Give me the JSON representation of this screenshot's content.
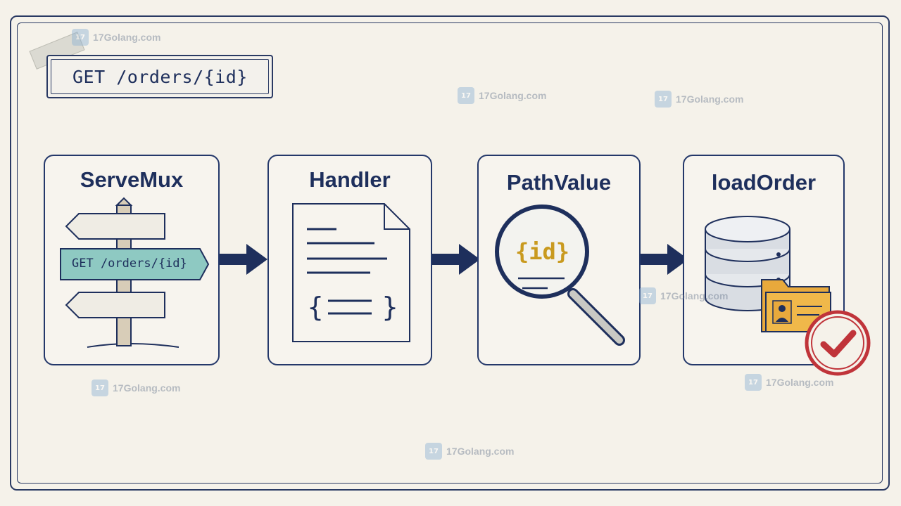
{
  "route": {
    "label": "GET /orders/{id}"
  },
  "steps": [
    {
      "title": "ServeMux",
      "sign_text": "GET /orders/{id}"
    },
    {
      "title": "Handler"
    },
    {
      "title": "PathValue",
      "lens_text": "{id}"
    },
    {
      "title": "loadOrder"
    }
  ],
  "watermark": {
    "text": "17Golang.com"
  },
  "colors": {
    "ink": "#1e2f5c",
    "teal": "#8ec9c2",
    "gold": "#c99a1f",
    "folder": "#f0b84a",
    "check": "#c0343a"
  }
}
